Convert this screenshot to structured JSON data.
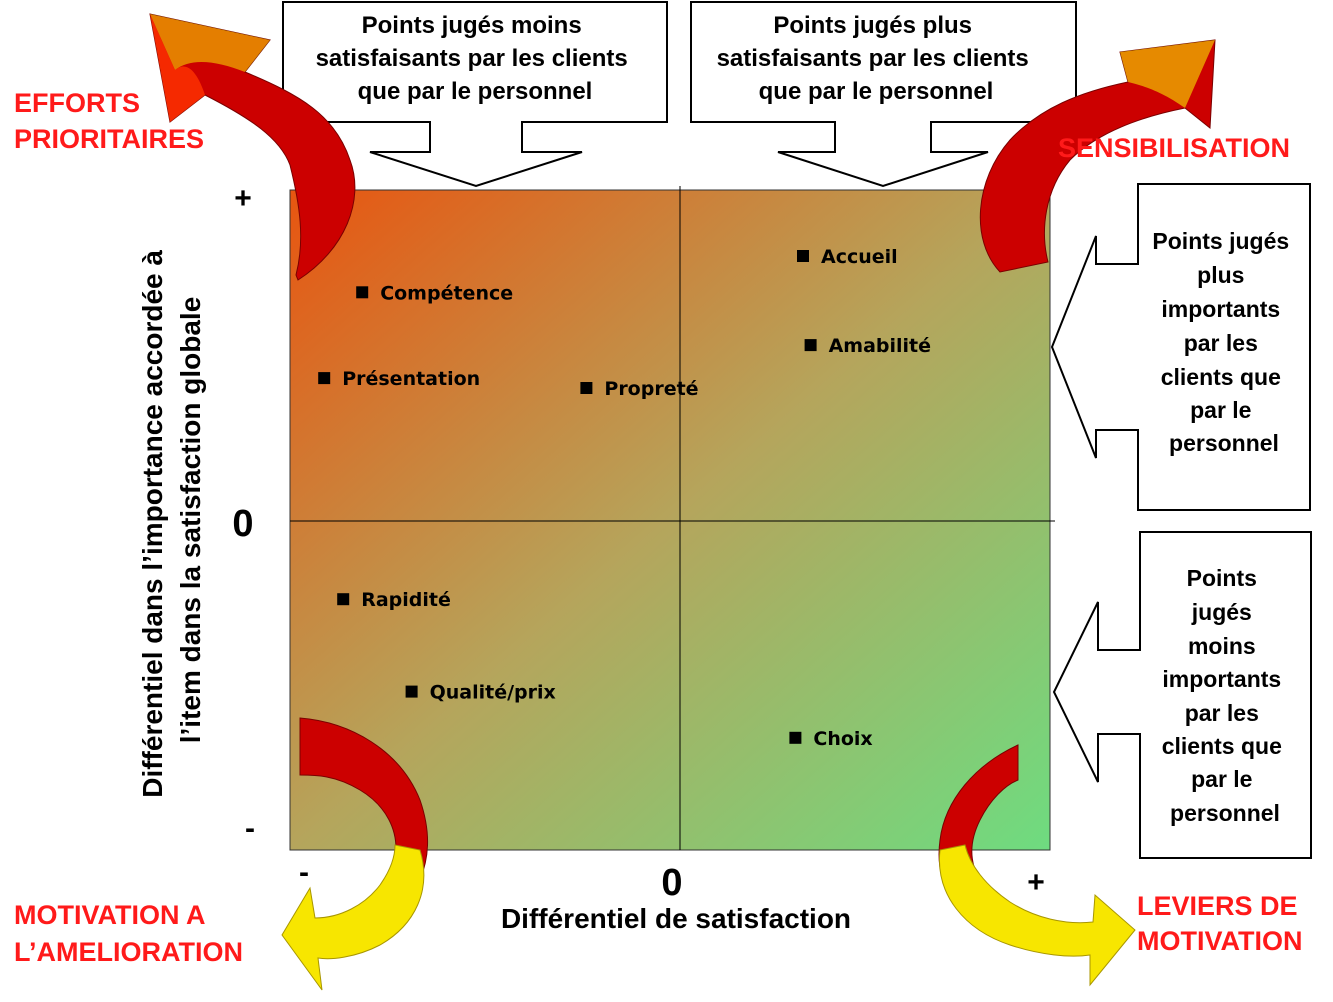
{
  "colors": {
    "quadrant_top_left": "#e85510",
    "quadrant_bottom_right": "#6edc80",
    "arrow_red": "#cc0000",
    "arrow_yellow": "#f7e600",
    "label_red": "#ff1a1a"
  },
  "callouts": {
    "top_left": [
      "Points jugés moins",
      "satisfaisants par les clients",
      "que par le personnel"
    ],
    "top_right": [
      "Points jugés plus",
      "satisfaisants par les clients",
      "que par le personnel"
    ],
    "right_top": [
      "Points jugés",
      "plus",
      "importants",
      "par les",
      "clients que",
      "par le",
      "personnel"
    ],
    "right_bottom": [
      "Points",
      "jugés",
      "moins",
      "importants",
      "par les",
      "clients que",
      "par le",
      "personnel"
    ]
  },
  "labels": {
    "efforts": [
      "EFFORTS",
      "PRIORITAIRES"
    ],
    "sensibilisation": [
      "SENSIBILISATION"
    ],
    "motivation_amelioration": [
      "MOTIVATION A",
      "L’AMELIORATION"
    ],
    "leviers": [
      "LEVIERS DE",
      "MOTIVATION"
    ]
  },
  "axes": {
    "xlabel": "Différentiel de satisfaction",
    "ylabel_lines": [
      "Différentiel dans l’importance accordée à",
      "l’item dans la satisfaction globale"
    ],
    "x_ticks": [
      "-",
      "0",
      "+"
    ],
    "y_ticks": [
      "+",
      "0",
      "-"
    ]
  },
  "chart_data": {
    "type": "scatter",
    "xlabel": "Différentiel de satisfaction",
    "ylabel": "Différentiel dans l’importance accordée à l’item dans la satisfaction globale",
    "xlim": [
      -1,
      1
    ],
    "ylim": [
      -1,
      1
    ],
    "points": [
      {
        "label": "Compétence",
        "x": -0.81,
        "y": 0.69
      },
      {
        "label": "Présentation",
        "x": -0.91,
        "y": 0.43
      },
      {
        "label": "Propreté",
        "x": -0.22,
        "y": 0.4
      },
      {
        "label": "Accueil",
        "x": 0.35,
        "y": 0.8
      },
      {
        "label": "Amabilité",
        "x": 0.37,
        "y": 0.53
      },
      {
        "label": "Rapidité",
        "x": -0.86,
        "y": -0.24
      },
      {
        "label": "Qualité/prix",
        "x": -0.68,
        "y": -0.52
      },
      {
        "label": "Choix",
        "x": 0.33,
        "y": -0.66
      }
    ]
  }
}
